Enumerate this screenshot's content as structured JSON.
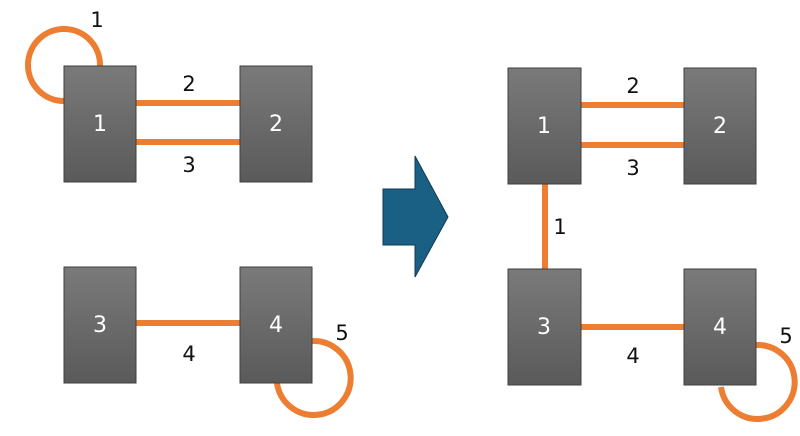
{
  "colors": {
    "edge": "#ed7d31",
    "node_top": "#7a7a7a",
    "node_bottom": "#5a5a5a",
    "arrow": "#1a5f84",
    "label": "#111111",
    "node_text": "#ffffff"
  },
  "before": {
    "nodes": [
      {
        "id": "n1",
        "label": "1"
      },
      {
        "id": "n2",
        "label": "2"
      },
      {
        "id": "n3",
        "label": "3"
      },
      {
        "id": "n4",
        "label": "4"
      }
    ],
    "edges": [
      {
        "id": "e1",
        "label": "1",
        "from": "1",
        "to": "1"
      },
      {
        "id": "e2",
        "label": "2",
        "from": "1",
        "to": "2"
      },
      {
        "id": "e3",
        "label": "3",
        "from": "1",
        "to": "2"
      },
      {
        "id": "e4",
        "label": "4",
        "from": "3",
        "to": "4"
      },
      {
        "id": "e5",
        "label": "5",
        "from": "4",
        "to": "4"
      }
    ]
  },
  "after": {
    "nodes": [
      {
        "id": "n1",
        "label": "1"
      },
      {
        "id": "n2",
        "label": "2"
      },
      {
        "id": "n3",
        "label": "3"
      },
      {
        "id": "n4",
        "label": "4"
      }
    ],
    "edges": [
      {
        "id": "e1",
        "label": "1",
        "from": "1",
        "to": "3"
      },
      {
        "id": "e2",
        "label": "2",
        "from": "1",
        "to": "2"
      },
      {
        "id": "e3",
        "label": "3",
        "from": "1",
        "to": "2"
      },
      {
        "id": "e4",
        "label": "4",
        "from": "3",
        "to": "4"
      },
      {
        "id": "e5",
        "label": "5",
        "from": "4",
        "to": "4"
      }
    ]
  },
  "arrow": {
    "icon": "right-arrow-icon"
  }
}
